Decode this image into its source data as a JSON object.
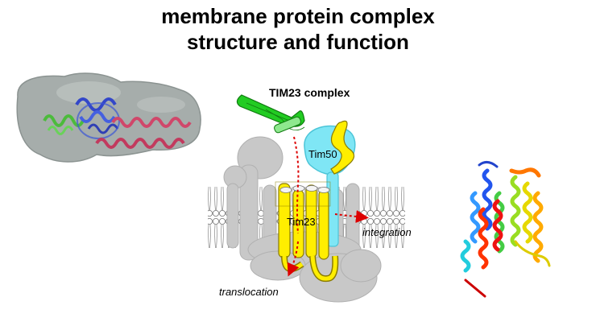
{
  "title": {
    "line1": "membrane protein complex",
    "line2": "structure and function"
  },
  "labels": {
    "complex": "TIM23 complex",
    "tim50": "Tim50",
    "tim23": "Tim23",
    "integration": "integration",
    "translocation": "translocation"
  },
  "colors": {
    "tim23": "#ffee00",
    "tim50": "#7fe6f5",
    "presequence": "#22cc22",
    "arrow": "#dd0000",
    "em_density": "#a0a8a6",
    "partner_proteins": "#c8c8c8"
  },
  "icons": {
    "em_map": "em-density-map-icon",
    "rainbow_helices": "rainbow-helix-bundle-icon"
  }
}
